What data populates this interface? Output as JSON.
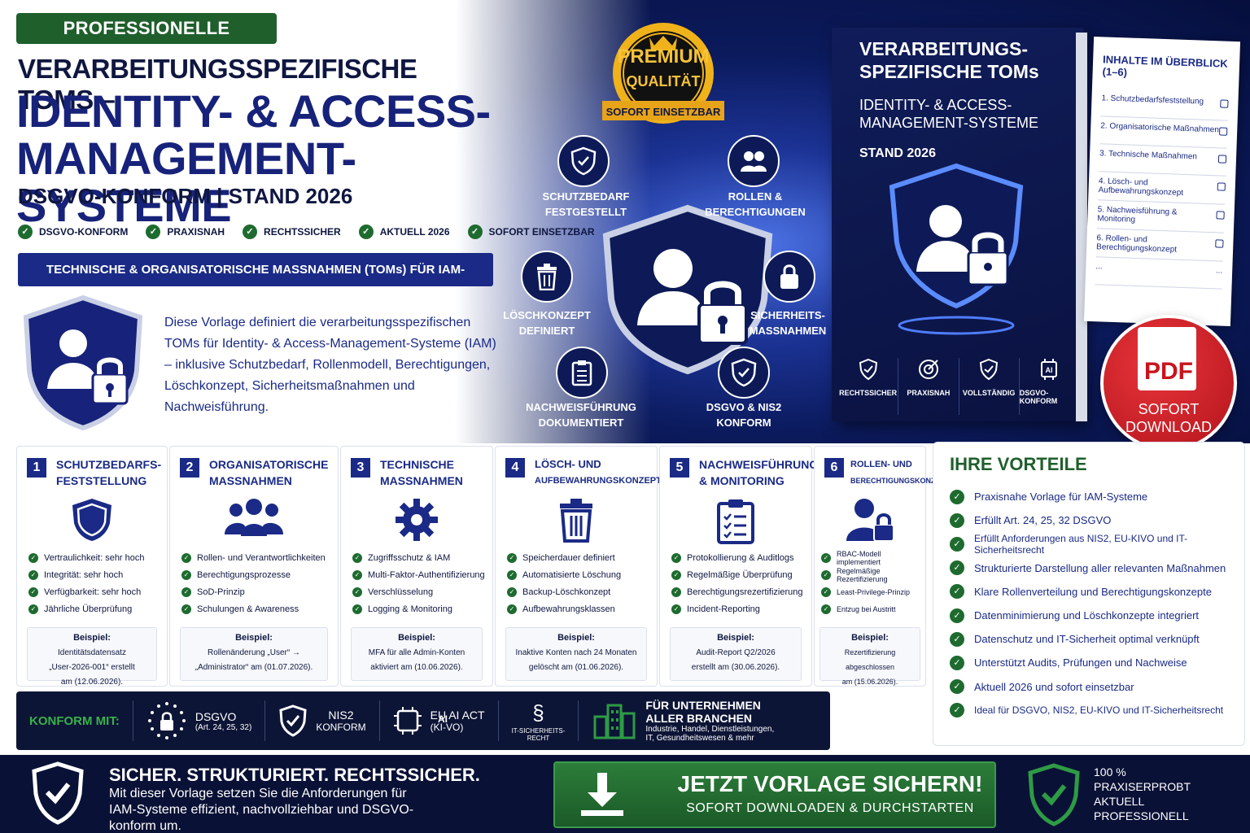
{
  "colors": {
    "navy": "#1a2a86",
    "green": "#1f5f2c",
    "red": "#c8141c",
    "gold": "#f0b21a"
  },
  "header": {
    "badge": "PROFESSIONELLE VORLAGE",
    "title_line1": "VERARBEITUNGSSPEZIFISCHE TOMS –",
    "title_line2": "IDENTITY- & ACCESS-",
    "title_line3": "MANAGEMENT-SYSTEME",
    "subtitle": "DSGVO-KONFORM | STAND 2026",
    "features": [
      "DSGVO-KONFORM",
      "PRAXISNAH",
      "RECHTSSICHER",
      "AKTUELL 2026",
      "SOFORT EINSETZBAR"
    ],
    "banner": "TECHNISCHE & ORGANISATORISCHE MASSNAHMEN (TOMs) FÜR IAM-SYSTEME",
    "description": "Diese Vorlage definiert die verarbeitungsspezifischen TOMs für Identity- & Access-Management-Systeme (IAM) – inklusive Schutzbedarf, Rollenmodell, Berechtigungen, Löschkonzept, Sicherheitsmaßnahmen und Nachweisführung."
  },
  "premium": {
    "line1": "PREMIUM",
    "line2": "QUALITÄT",
    "ribbon": "SOFORT EINSETZBAR"
  },
  "hero_items": [
    {
      "label1": "SCHUTZBEDARF",
      "label2": "FESTGESTELLT",
      "icon": "shield-check-icon"
    },
    {
      "label1": "ROLLEN &",
      "label2": "BERECHTIGUNGEN",
      "icon": "users-icon"
    },
    {
      "label1": "LÖSCHKONZEPT",
      "label2": "DEFINIERT",
      "icon": "trash-icon"
    },
    {
      "label1": "SICHERHEITS-",
      "label2": "MASSNAHMEN",
      "icon": "lock-icon"
    },
    {
      "label1": "NACHWEISFÜHRUNG",
      "label2": "DOKUMENTIERT",
      "icon": "clipboard-icon"
    },
    {
      "label1": "DSGVO & NIS2",
      "label2": "KONFORM",
      "icon": "shield-check-icon"
    }
  ],
  "book": {
    "title": "VERARBEITUNGS-SPEZIFISCHE TOMs",
    "subtitle": "IDENTITY- & ACCESS-MANAGEMENT-SYSTEME",
    "date": "STAND 2026",
    "icons": [
      {
        "label": "RECHTSSICHER",
        "icon": "shield-check-icon"
      },
      {
        "label": "PRAXISNAH",
        "icon": "target-icon"
      },
      {
        "label": "VOLLSTÄNDIG",
        "icon": "shield-check-icon"
      },
      {
        "label": "DSGVO-KONFORM",
        "icon": "ai-chip-icon"
      }
    ]
  },
  "toc": {
    "title": "INHALTE IM ÜBERBLICK (1–6)",
    "items": [
      "1.  Schutzbedarfsfeststellung",
      "2.  Organisatorische Maßnahmen",
      "3.  Technische Maßnahmen",
      "4.  Lösch- und Aufbewahrungskonzept",
      "5.  Nachweisführung & Monitoring",
      "6.  Rollen- und Berechtigungskonzept"
    ],
    "more": "..."
  },
  "pdf": {
    "label": "PDF",
    "line1": "SOFORT",
    "line2": "DOWNLOAD"
  },
  "cards": [
    {
      "num": "1",
      "title1": "SCHUTZBEDARFS-",
      "title2": "FESTSTELLUNG",
      "icon": "shield-icon",
      "items": [
        "Vertraulichkeit: sehr hoch",
        "Integrität: sehr hoch",
        "Verfügbarkeit: sehr hoch",
        "Jährliche Überprüfung"
      ],
      "example_label": "Beispiel:",
      "example1": "Identitätsdatensatz",
      "example2": "„User-2026-001“ erstellt",
      "example3": "am (12.06.2026)."
    },
    {
      "num": "2",
      "title1": "ORGANISATORISCHE",
      "title2": "MASSNAHMEN",
      "icon": "users-icon",
      "items": [
        "Rollen- und Verantwortlichkeiten",
        "Berechtigungsprozesse",
        "SoD-Prinzip",
        "Schulungen & Awareness"
      ],
      "example_label": "Beispiel:",
      "example1": "Rollenänderung „User“ →",
      "example2": "„Administrator“ am (01.07.2026).",
      "example3": ""
    },
    {
      "num": "3",
      "title1": "TECHNISCHE",
      "title2": "MASSNAHMEN",
      "icon": "gear-icon",
      "items": [
        "Zugriffsschutz & IAM",
        "Multi-Faktor-Authentifizierung",
        "Verschlüsselung",
        "Logging & Monitoring"
      ],
      "example_label": "Beispiel:",
      "example1": "MFA für alle Admin-Konten",
      "example2": "aktiviert am (10.06.2026).",
      "example3": ""
    },
    {
      "num": "4",
      "title1": "LÖSCH- UND",
      "title2": "AUFBEWAHRUNGSKONZEPT",
      "icon": "trash-icon",
      "items": [
        "Speicherdauer definiert",
        "Automatisierte Löschung",
        "Backup-Löschkonzept",
        "Aufbewahrungsklassen"
      ],
      "example_label": "Beispiel:",
      "example1": "Inaktive Konten nach 24 Monaten",
      "example2": "gelöscht am (01.06.2026).",
      "example3": ""
    },
    {
      "num": "5",
      "title1": "NACHWEISFÜHRUNG",
      "title2": "& MONITORING",
      "icon": "clipboard-icon",
      "items": [
        "Protokollierung & Auditlogs",
        "Regelmäßige Überprüfung",
        "Berechtigungsrezertifizierung",
        "Incident-Reporting"
      ],
      "example_label": "Beispiel:",
      "example1": "Audit-Report Q2/2026",
      "example2": "erstellt am (30.06.2026).",
      "example3": ""
    },
    {
      "num": "6",
      "title1": "ROLLEN- UND",
      "title2": "BERECHTIGUNGSKONZEPT",
      "icon": "user-lock-icon",
      "items": [
        "RBAC-Modell implementiert",
        "Regelmäßige Rezertifizierung",
        "Least-Privilege-Prinzip",
        "Entzug bei Austritt"
      ],
      "example_label": "Beispiel:",
      "example1": "Rezertifizierung abgeschlossen",
      "example2": "am (15.06.2026).",
      "example3": ""
    }
  ],
  "vorteile": {
    "title": "IHRE VORTEILE",
    "items": [
      "Praxisnahe Vorlage für IAM-Systeme",
      "Erfüllt Art. 24, 25, 32 DSGVO",
      "Erfüllt Anforderungen aus NIS2, EU-KIVO und IT-Sicherheitsrecht",
      "Strukturierte Darstellung aller relevanten Maßnahmen",
      "Klare Rollenverteilung und Berechtigungskonzepte",
      "Datenminimierung und Löschkonzepte integriert",
      "Datenschutz und IT-Sicherheit optimal verknüpft",
      "Unterstützt Audits, Prüfungen und Nachweise",
      "Aktuell 2026 und sofort einsetzbar",
      "Ideal für DSGVO, NIS2, EU-KIVO und IT-Sicherheitsrecht"
    ]
  },
  "konform": {
    "label": "KONFORM MIT:",
    "dsgvo": "DSGVO",
    "dsgvo_sub": "(Art. 24, 25, 32)",
    "nis2": "NIS2",
    "nis2_sub": "KONFORM",
    "euai": "EU AI ACT",
    "euai_sub": "(KI-VO)",
    "ai_chip": "AI",
    "it": "IT-SICHERHEITS-",
    "it2": "RECHT",
    "paragraph": "§",
    "branchen1": "FÜR UNTERNEHMEN",
    "branchen2": "ALLER BRANCHEN",
    "branchen_sub1": "Industrie, Handel, Dienstleistungen,",
    "branchen_sub2": "IT, Gesundheitswesen & mehr"
  },
  "footer": {
    "headline": "SICHER. STRUKTURIERT. RECHTSSICHER.",
    "text": "Mit dieser Vorlage setzen Sie die Anforderungen für IAM-Systeme effizient, nachvollziehbar und DSGVO-konform um.",
    "cta_main": "JETZT VORLAGE SICHERN!",
    "cta_sub": "SOFORT DOWNLOADEN & DURCHSTARTEN",
    "right1": "100 %",
    "right2": "PRAXISERPROBT",
    "right3": "AKTUELL",
    "right4": "PROFESSIONELL"
  }
}
